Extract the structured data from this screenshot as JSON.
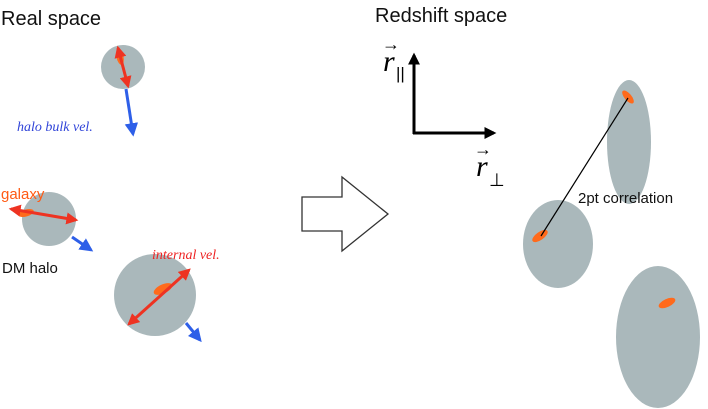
{
  "titles": {
    "real_space": "Real space",
    "redshift_space": "Redshift space"
  },
  "labels": {
    "halo_bulk_vel": "halo bulk vel.",
    "galaxy": "galaxy",
    "dm_halo": "DM halo",
    "internal_vel": "internal vel.",
    "two_pt_correlation": "2pt correlation"
  },
  "axes": {
    "r_parallel": {
      "symbol": "r",
      "arrow": "→",
      "subscript": "||"
    },
    "r_perp": {
      "symbol": "r",
      "arrow": "→",
      "subscript": "⊥"
    }
  },
  "colors": {
    "halo": "#aab8bb",
    "galaxy": "#ff6a1c",
    "internal_velocity": "#ee3322",
    "bulk_velocity": "#2e5fe8",
    "label_blue": "#2f43d8",
    "label_red": "#ee2222",
    "label_orange": "#ff5a14",
    "text": "#111111"
  },
  "icons": {
    "transform_arrow": "hollow-right-arrow"
  }
}
